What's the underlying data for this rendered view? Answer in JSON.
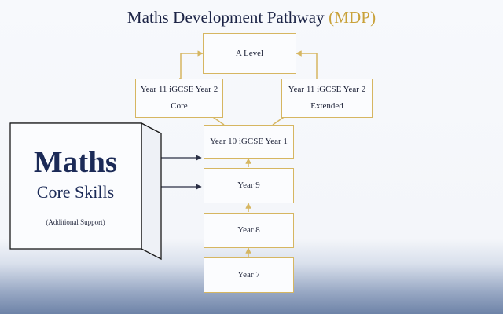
{
  "title": {
    "main": "Maths Development Pathway",
    "accent_open": "(",
    "accent": "MDP",
    "accent_close": ")",
    "accent_color": "#c9a23a"
  },
  "diagram": {
    "a_level": "A Level",
    "core_line1": "Year 11 iGCSE Year 2",
    "core_line2": "Core",
    "extended_line1": "Year 11 iGCSE Year 2",
    "extended_line2": "Extended",
    "year10": "Year 10 iGCSE Year 1",
    "year9": "Year 9",
    "year8": "Year 8",
    "year7": "Year 7",
    "box_border_color": "#d6b661"
  },
  "support_box": {
    "title": "Maths",
    "subtitle": "Core Skills",
    "note": "(Additional Support)",
    "text_color": "#1b2a57"
  }
}
